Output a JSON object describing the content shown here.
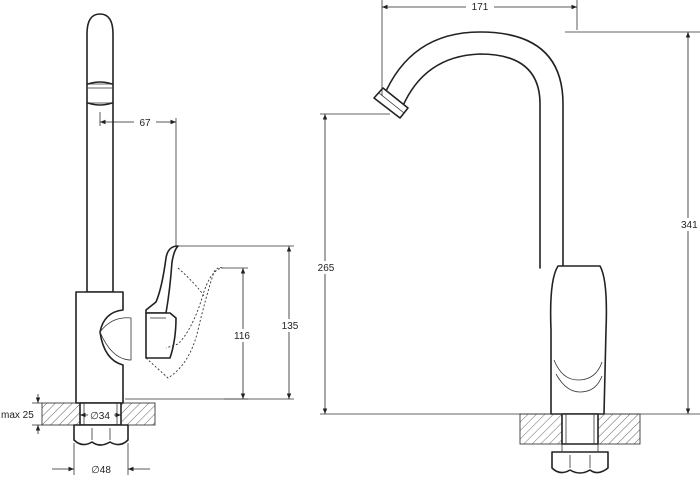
{
  "side_view": {
    "dim_spout_reach": "67",
    "dim_lever_height": "116",
    "dim_body_height": "135",
    "dim_max_thickness": "max 25",
    "dim_shank_diameter": "∅34",
    "dim_base_diameter": "∅48"
  },
  "front_view": {
    "dim_spout_width": "171",
    "dim_outlet_height": "265",
    "dim_total_height": "341"
  }
}
